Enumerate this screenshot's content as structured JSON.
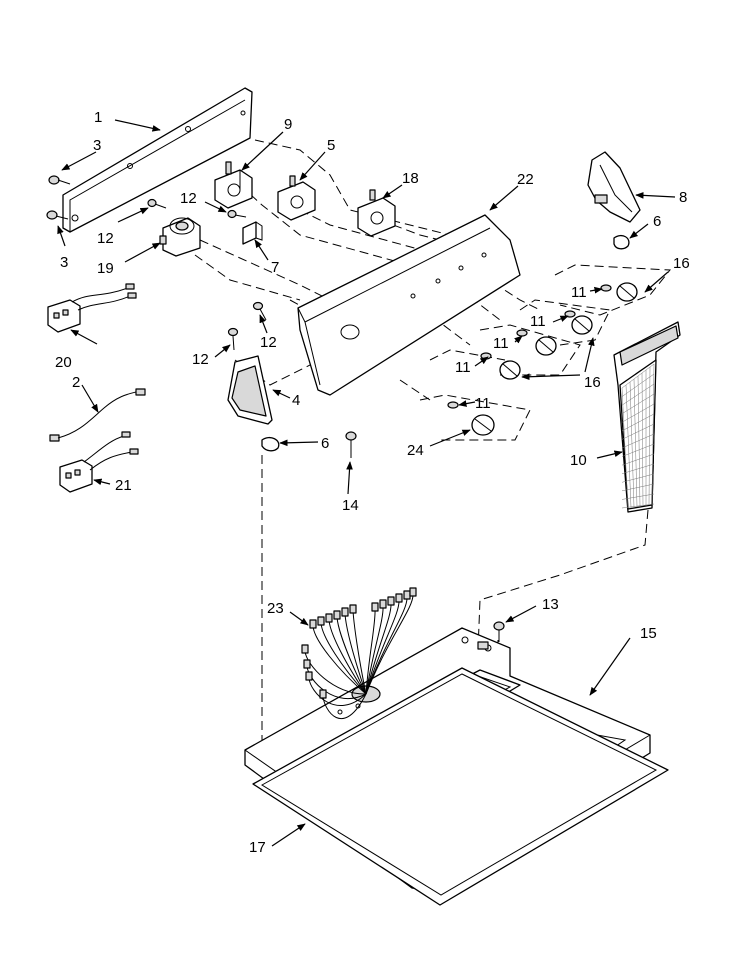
{
  "callouts": {
    "c1": "1",
    "c2": "2",
    "c3a": "3",
    "c3b": "3",
    "c4": "4",
    "c5": "5",
    "c6a": "6",
    "c6b": "6",
    "c7": "7",
    "c8": "8",
    "c9": "9",
    "c10": "10",
    "c11a": "11",
    "c11b": "11",
    "c11c": "11",
    "c11d": "11",
    "c11e": "11",
    "c12a": "12",
    "c12b": "12",
    "c12c": "12",
    "c12d": "12",
    "c13": "13",
    "c14": "14",
    "c15": "15",
    "c16a": "16",
    "c16b": "16",
    "c17": "17",
    "c18": "18",
    "c19": "19",
    "c20": "20",
    "c21": "21",
    "c22": "22",
    "c23": "23",
    "c24": "24"
  }
}
